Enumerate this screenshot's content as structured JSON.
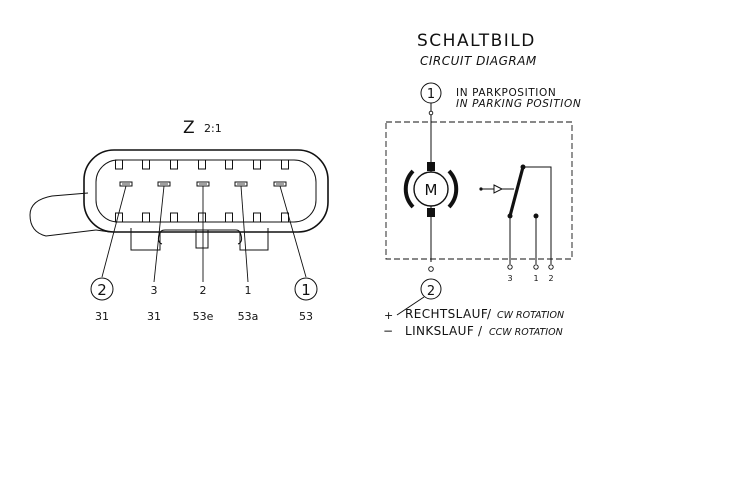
{
  "connector": {
    "scale_label": "Z",
    "scale_ratio": "2:1",
    "pins": [
      {
        "marker": "2",
        "terminal": "31",
        "circled": true
      },
      {
        "marker": "3",
        "terminal": "31",
        "circled": false
      },
      {
        "marker": "2",
        "terminal": "53e",
        "circled": false
      },
      {
        "marker": "1",
        "terminal": "53a",
        "circled": false
      },
      {
        "marker": "1",
        "terminal": "53",
        "circled": true
      }
    ]
  },
  "schematic": {
    "title_de": "SCHALTBILD",
    "title_en": "CIRCUIT DIAGRAM",
    "motor_label": "M",
    "top_marker": "1",
    "top_note_de": "IN PARKPOSITION",
    "top_note_en": "IN PARKING POSITION",
    "bottom_marker": "2",
    "switch_terminals": [
      "3",
      "1",
      "2"
    ],
    "rotation": [
      {
        "sign": "+",
        "de": "RECHTSLAUF",
        "en": "CW ROTATION"
      },
      {
        "sign": "−",
        "de": "LINKSLAUF",
        "en": "CCW ROTATION"
      }
    ]
  }
}
